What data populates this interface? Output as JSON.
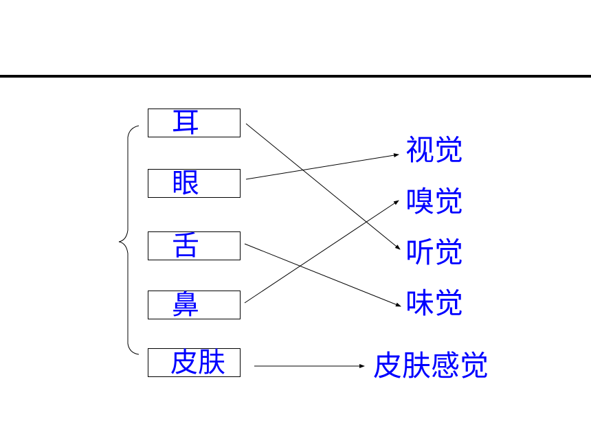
{
  "organs": {
    "ear": "耳",
    "eye": "眼",
    "tongue": "舌",
    "nose": "鼻",
    "skin": "皮肤"
  },
  "senses": {
    "sight": "视觉",
    "smell": "嗅觉",
    "hearing": "听觉",
    "taste": "味觉",
    "touch": "皮肤感觉"
  },
  "colors": {
    "text": "#0000ff",
    "lines": "#000000"
  }
}
